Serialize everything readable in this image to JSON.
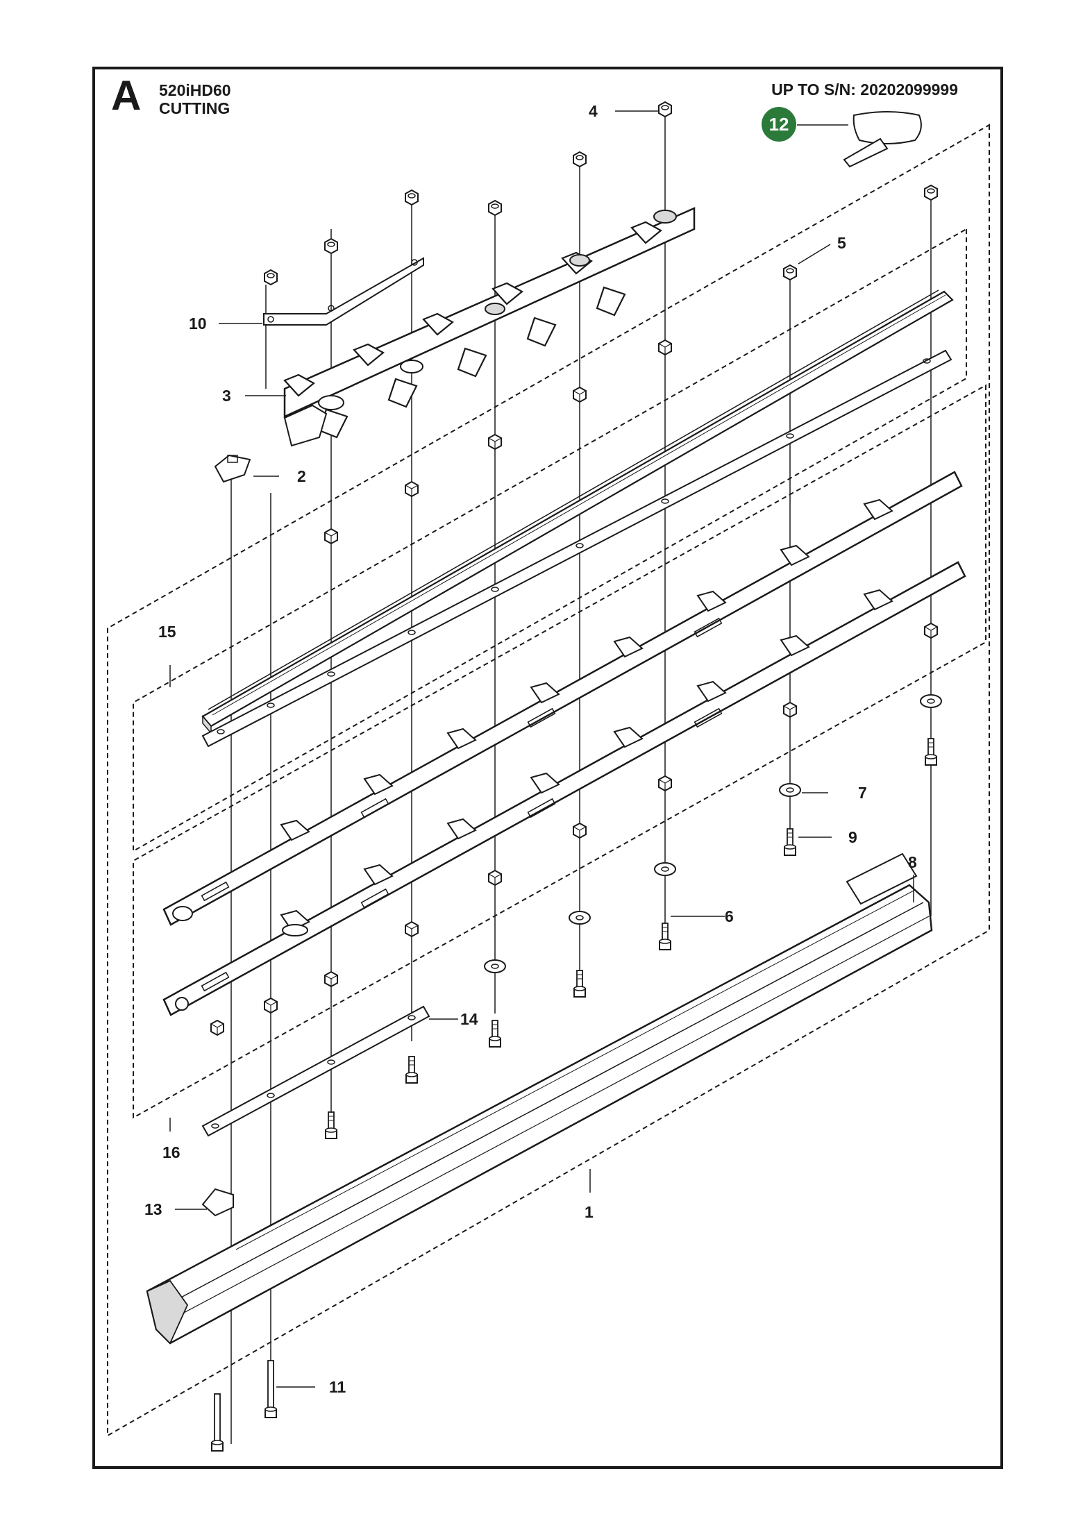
{
  "header": {
    "section": "A",
    "model": "520iHD60",
    "group": "CUTTING",
    "serial_range": "UP TO S/N: 20202099999"
  },
  "callouts": {
    "p1": "1",
    "p2": "2",
    "p3": "3",
    "p4": "4",
    "p5": "5",
    "p6": "6",
    "p7": "7",
    "p8": "8",
    "p9": "9",
    "p10": "10",
    "p11": "11",
    "p12": "12",
    "p13": "13",
    "p14": "14",
    "p15": "15",
    "p16": "16"
  },
  "colors": {
    "line": "#1a1a1a",
    "badge": "#2b7a3a",
    "badge_text": "#ffffff",
    "part_fill": "#ffffff",
    "shade": "#d9d9d9"
  }
}
